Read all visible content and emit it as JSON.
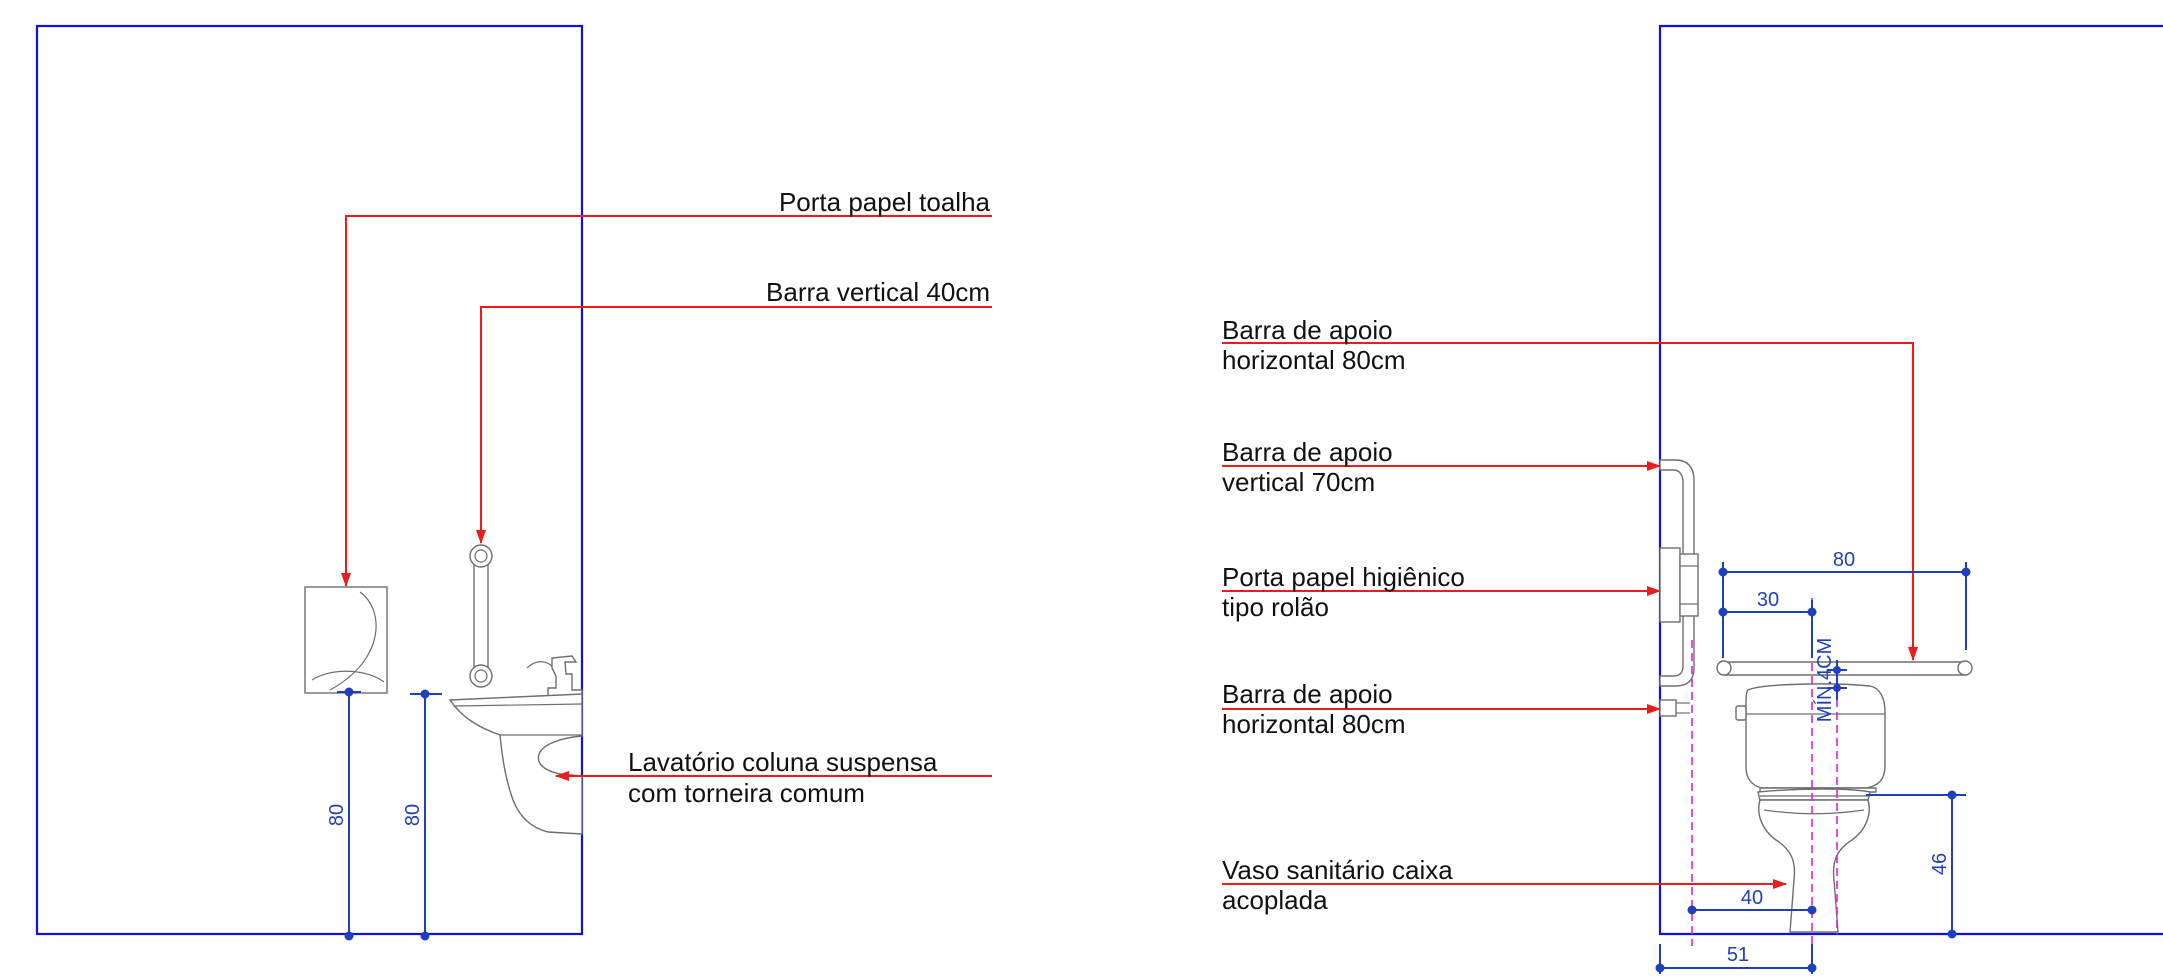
{
  "colors": {
    "wall": "#1010e6",
    "leader": "#ee1b1b",
    "dimension": "#1f3fbf",
    "axis": "#e21de2",
    "fixture": "#6e6e6e",
    "text": "#111111"
  },
  "left_elevation": {
    "labels": {
      "porta_papel_toalha": "Porta papel toalha",
      "barra_vertical": "Barra vertical 40cm",
      "lavatorio_line1": "Lavatório coluna suspensa",
      "lavatorio_line2": "com torneira comum"
    },
    "dimensions": {
      "towel_height": "80",
      "sink_height": "80"
    }
  },
  "right_elevation": {
    "labels": {
      "barra_horizontal_top_line1": "Barra de apoio",
      "barra_horizontal_top_line2": "horizontal 80cm",
      "barra_vertical_line1": "Barra de apoio",
      "barra_vertical_line2": "vertical 70cm",
      "porta_papel_line1": "Porta papel higiênico",
      "porta_papel_line2": "tipo rolão",
      "barra_horizontal_side_line1": "Barra de apoio",
      "barra_horizontal_side_line2": "horizontal 80cm",
      "vaso_line1": "Vaso sanitário caixa",
      "vaso_line2": "acoplada"
    },
    "dimensions": {
      "bar_length": "80",
      "bar_offset": "30",
      "min_clearance": "MÍN.4CM",
      "seat_height": "46",
      "axis_to_bar": "40",
      "axis_to_wall": "51"
    }
  }
}
